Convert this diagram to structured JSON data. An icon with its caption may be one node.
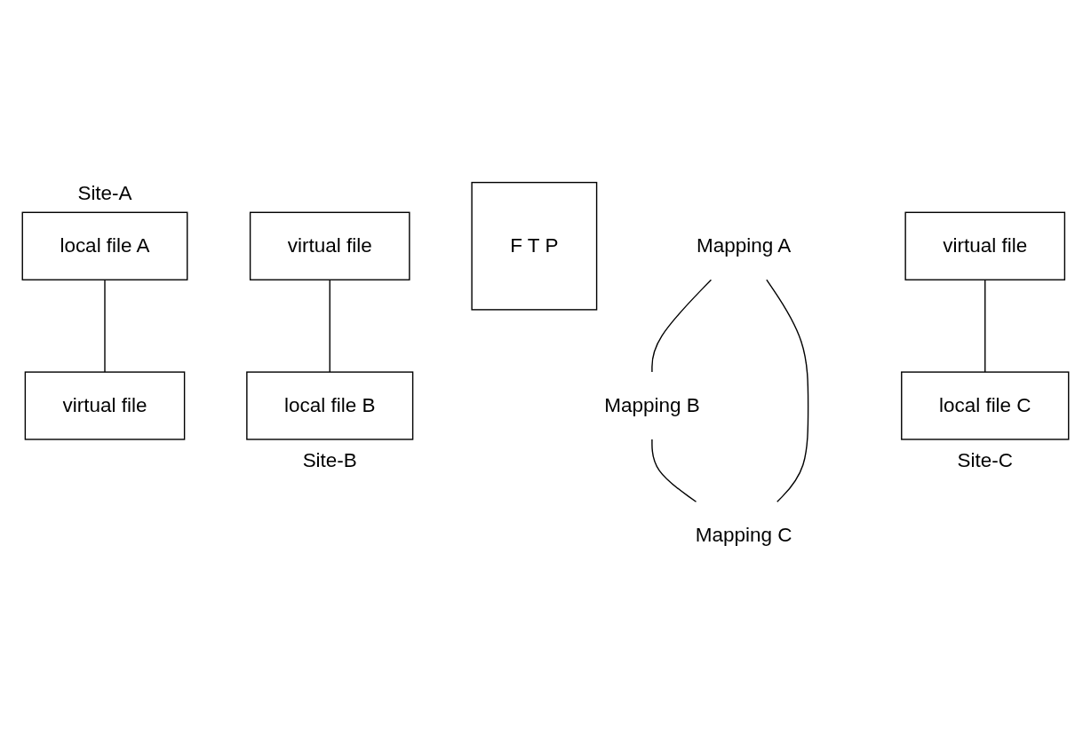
{
  "diagram": {
    "nodes": [
      {
        "text": [
          "local file A"
        ],
        "beside": [
          "Site-A"
        ]
      },
      {
        "text": [
          "Mapping A"
        ]
      },
      {
        "text": [
          "virtual file"
        ]
      },
      {
        "text": [
          "F T P"
        ]
      },
      {
        "text": [
          "virtual file"
        ]
      },
      {
        "text": [
          "virtual file"
        ]
      },
      {
        "text": [
          "Mapping B"
        ]
      },
      {
        "text": [
          "Mapping C"
        ]
      },
      {
        "text": [
          "local file B"
        ],
        "beside": [
          "Site-B"
        ]
      },
      {
        "text": [
          "local file C"
        ],
        "beside": [
          "Site-C"
        ]
      }
    ],
    "edges": [
      {
        "from": 0,
        "to": 2,
        "arrow": "none"
      },
      {
        "from": 1,
        "to": 6,
        "arrow": "none"
      },
      {
        "from": 6,
        "to": 7,
        "arrow": "none"
      },
      {
        "from": 7,
        "to": 1,
        "arrow": "none"
      },
      {
        "from": 4,
        "to": 8,
        "arrow": "none"
      },
      {
        "from": 5,
        "to": 9,
        "arrow": "none"
      }
    ]
  }
}
